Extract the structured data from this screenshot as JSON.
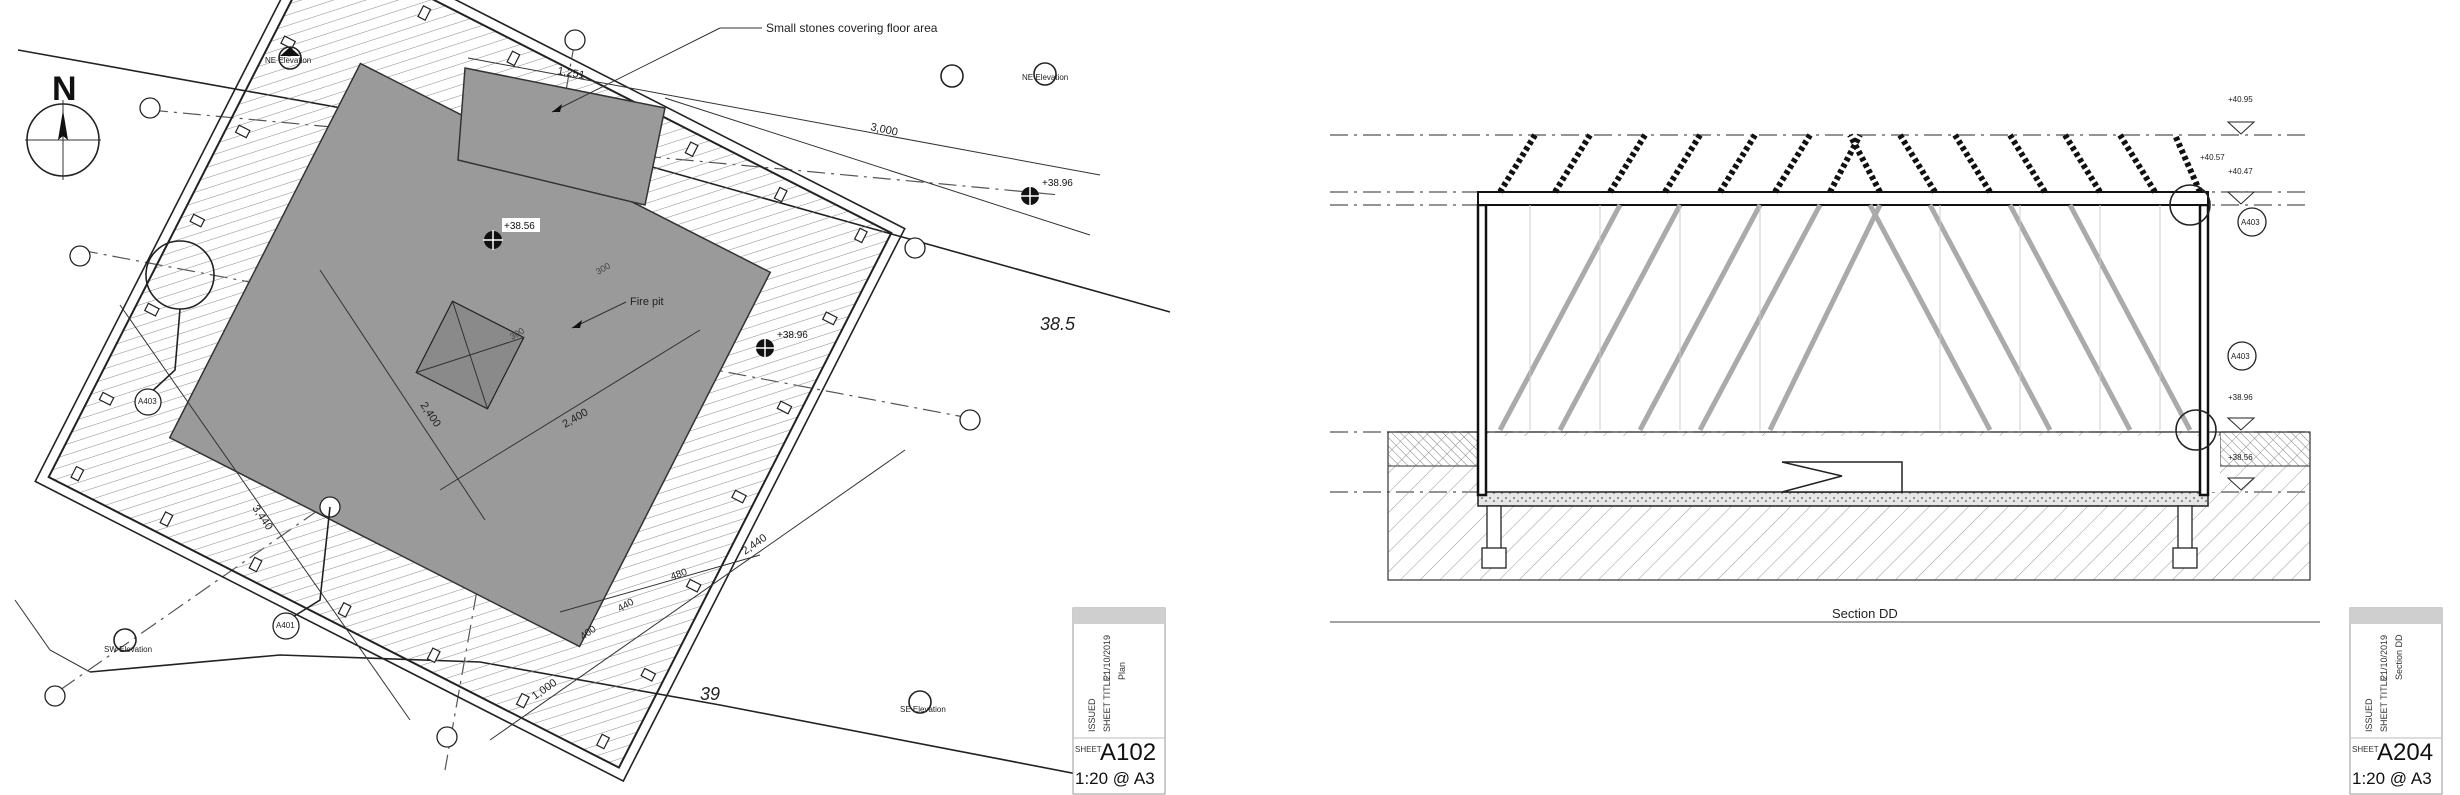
{
  "plan": {
    "north_label": "N",
    "note_stones": "Small stones covering floor area",
    "note_firepit": "Fire pit",
    "levels": [
      "+38.56",
      "+38.96",
      "+38.96"
    ],
    "dims": [
      "1,251",
      "3,000",
      "2,400",
      "2,400",
      "3,440",
      "2,440",
      "1,000",
      "480",
      "440",
      "400",
      "300",
      "300"
    ],
    "contours": [
      "38.5",
      "39"
    ],
    "section_marks": [
      "NE Elevation",
      "NE Elevation",
      "SW Elevation",
      "SE Elevation"
    ],
    "detail_refs": [
      "A403",
      "A401"
    ],
    "title_block": {
      "issued_label": "ISSUED",
      "issued_date": "21/10/2019",
      "sheet_title_label": "SHEET TITLE:",
      "sheet_title": "Plan",
      "sheet_label": "SHEET",
      "sheet_no": "A102",
      "scale": "1:20 @ A3"
    }
  },
  "section": {
    "title": "Section DD",
    "levels": [
      "+40.95",
      "+40.57",
      "+40.47",
      "+38.96",
      "+38.56"
    ],
    "detail_refs": [
      "A403",
      "A403"
    ],
    "title_block": {
      "issued_label": "ISSUED",
      "issued_date": "21/10/2019",
      "sheet_title_label": "SHEET TITLE:",
      "sheet_title": "Section DD",
      "sheet_label": "SHEET",
      "sheet_no": "A204",
      "scale": "1:20 @ A3"
    }
  }
}
